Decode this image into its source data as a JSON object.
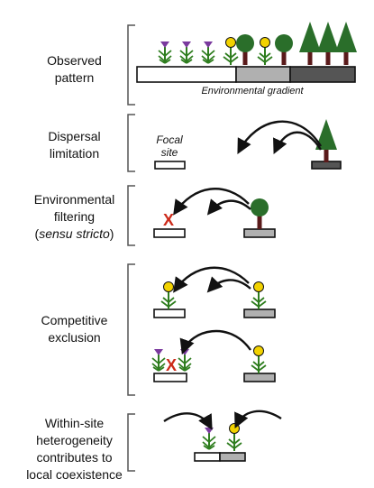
{
  "panels": [
    {
      "id": "observed",
      "label_lines": [
        "Observed",
        "pattern"
      ]
    },
    {
      "id": "dispersal",
      "label_lines": [
        "Dispersal",
        "limitation"
      ]
    },
    {
      "id": "filtering",
      "label_lines": [
        "Environmental",
        "filtering"
      ],
      "label_italic": "sensu stricto",
      "label_italic_prefix": "(",
      "label_italic_suffix": ")"
    },
    {
      "id": "competitive",
      "label_lines": [
        "Competitive",
        "exclusion"
      ]
    },
    {
      "id": "heterogeneity",
      "label_lines": [
        "Within-site",
        "heterogeneity",
        "contributes to",
        "local coexistence"
      ]
    }
  ],
  "gradient_label": "Environmental gradient",
  "focal_site_lines": [
    "Focal",
    "site"
  ],
  "colors": {
    "stem": "#2e7d1e",
    "flower_purple": "#7a3a9e",
    "flower_yellow": "#f2d200",
    "tree_green": "#2a6e2a",
    "trunk": "#5a1a1a",
    "x_mark": "#cc2a1a",
    "gradient_mid": "#b0b0b0",
    "gradient_dark": "#555555"
  },
  "icons": [
    "herb-icon",
    "sunflower-icon",
    "round-tree-icon",
    "conifer-icon",
    "exclusion-x-icon",
    "dispersal-arrow-icon"
  ]
}
